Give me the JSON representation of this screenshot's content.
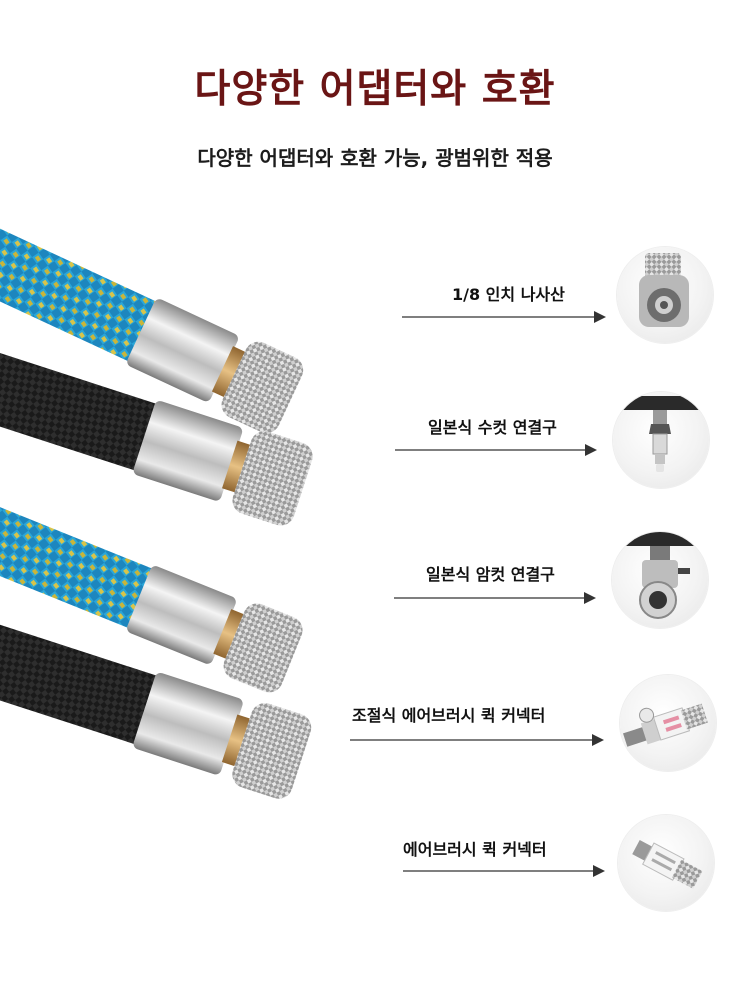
{
  "title": "다양한 어댑터와 호환",
  "subtitle": "다양한 어댑터와 호환 가능, 광범위한 적용",
  "colors": {
    "title": "#6a1515",
    "blue_hose": "#2aa6d8",
    "yellow_weave": "#c9b53a",
    "black_hose": "#1a1a1a",
    "chrome": "#c8c8c8",
    "brass": "#c99a55"
  },
  "adapters": [
    {
      "label": "1/8 인치 나사산",
      "icon": "threaded-nut-icon"
    },
    {
      "label": "일본식 수컷 연결구",
      "icon": "male-coupler-icon"
    },
    {
      "label": "일본식 암컷 연결구",
      "icon": "female-coupler-icon"
    },
    {
      "label": "조절식 에어브러시 퀵 커넥터",
      "icon": "adjustable-quick-connector-icon"
    },
    {
      "label": "에어브러시 퀵 커넥터",
      "icon": "quick-connector-icon"
    }
  ]
}
